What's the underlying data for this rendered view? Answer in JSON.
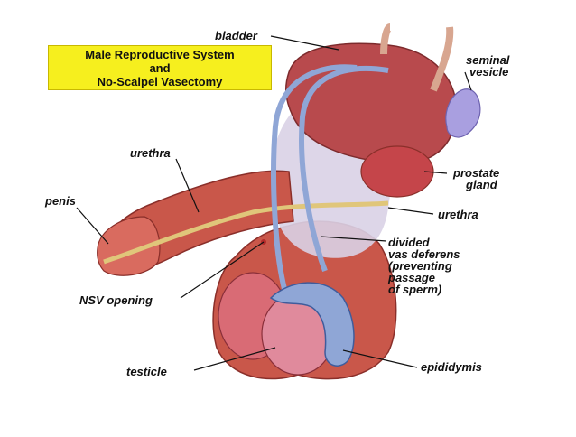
{
  "title": {
    "line1": "Male Reproductive System",
    "line2": "and",
    "line3": "No-Scalpel Vasectomy",
    "background": "#f6ef1e"
  },
  "labels": {
    "bladder": "bladder",
    "seminal_vesicle": [
      "seminal",
      "vesicle"
    ],
    "urethra_upper": "urethra",
    "prostate_gland": [
      "prostate",
      "gland"
    ],
    "penis": "penis",
    "urethra_right": "urethra",
    "divided_vas_deferens": [
      "divided",
      "vas deferens",
      "(preventing",
      "passage",
      "of sperm)"
    ],
    "nsv_opening": "NSV opening",
    "testicle": "testicle",
    "epididymis": "epididymis"
  },
  "colors": {
    "skin": "#c9574a",
    "skin_light": "#e79a88",
    "bladder": "#b84a4d",
    "prostate": "#c5454a",
    "vas": "#8fa6d6",
    "vas_dark": "#3f5c9c",
    "seminal_vesicle": "#a99fe0",
    "urethra": "#e0c67a",
    "scrotum_inner": "#d9d2e6"
  }
}
